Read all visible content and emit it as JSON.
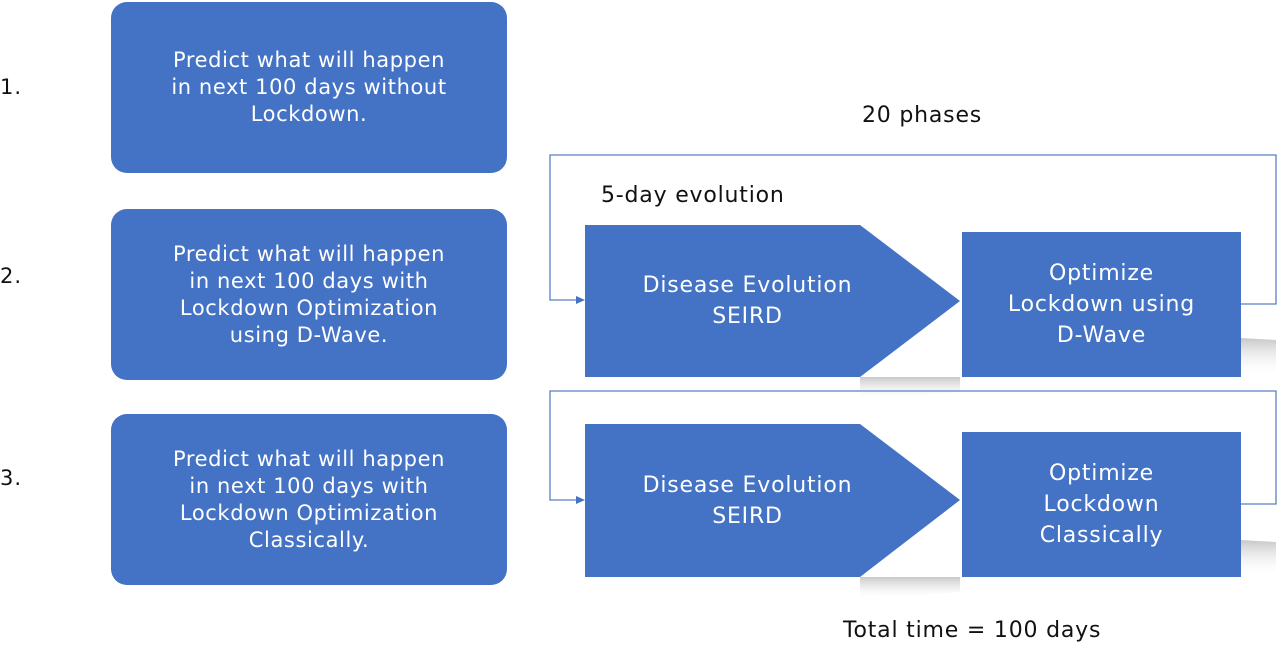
{
  "steps": [
    {
      "number": "1.",
      "text": "Predict what will happen\nin next 100 days without\nLockdown."
    },
    {
      "number": "2.",
      "text": "Predict what will happen\nin next 100 days with\nLockdown Optimization\nusing D-Wave."
    },
    {
      "number": "3.",
      "text": "Predict what will happen\nin next 100 days with\nLockdown Optimization\nClassically."
    }
  ],
  "phases_label": "20 phases",
  "evolution_label": "5-day evolution",
  "total_time_label": "Total time = 100 days",
  "loops": [
    {
      "evolution_text": "Disease Evolution\nSEIRD",
      "optimize_text": "Optimize\nLockdown using\nD-Wave"
    },
    {
      "evolution_text": "Disease Evolution\nSEIRD",
      "optimize_text": "Optimize\nLockdown\nClassically"
    }
  ],
  "colors": {
    "box_fill": "#4472c4",
    "line": "#5b7fc7"
  }
}
